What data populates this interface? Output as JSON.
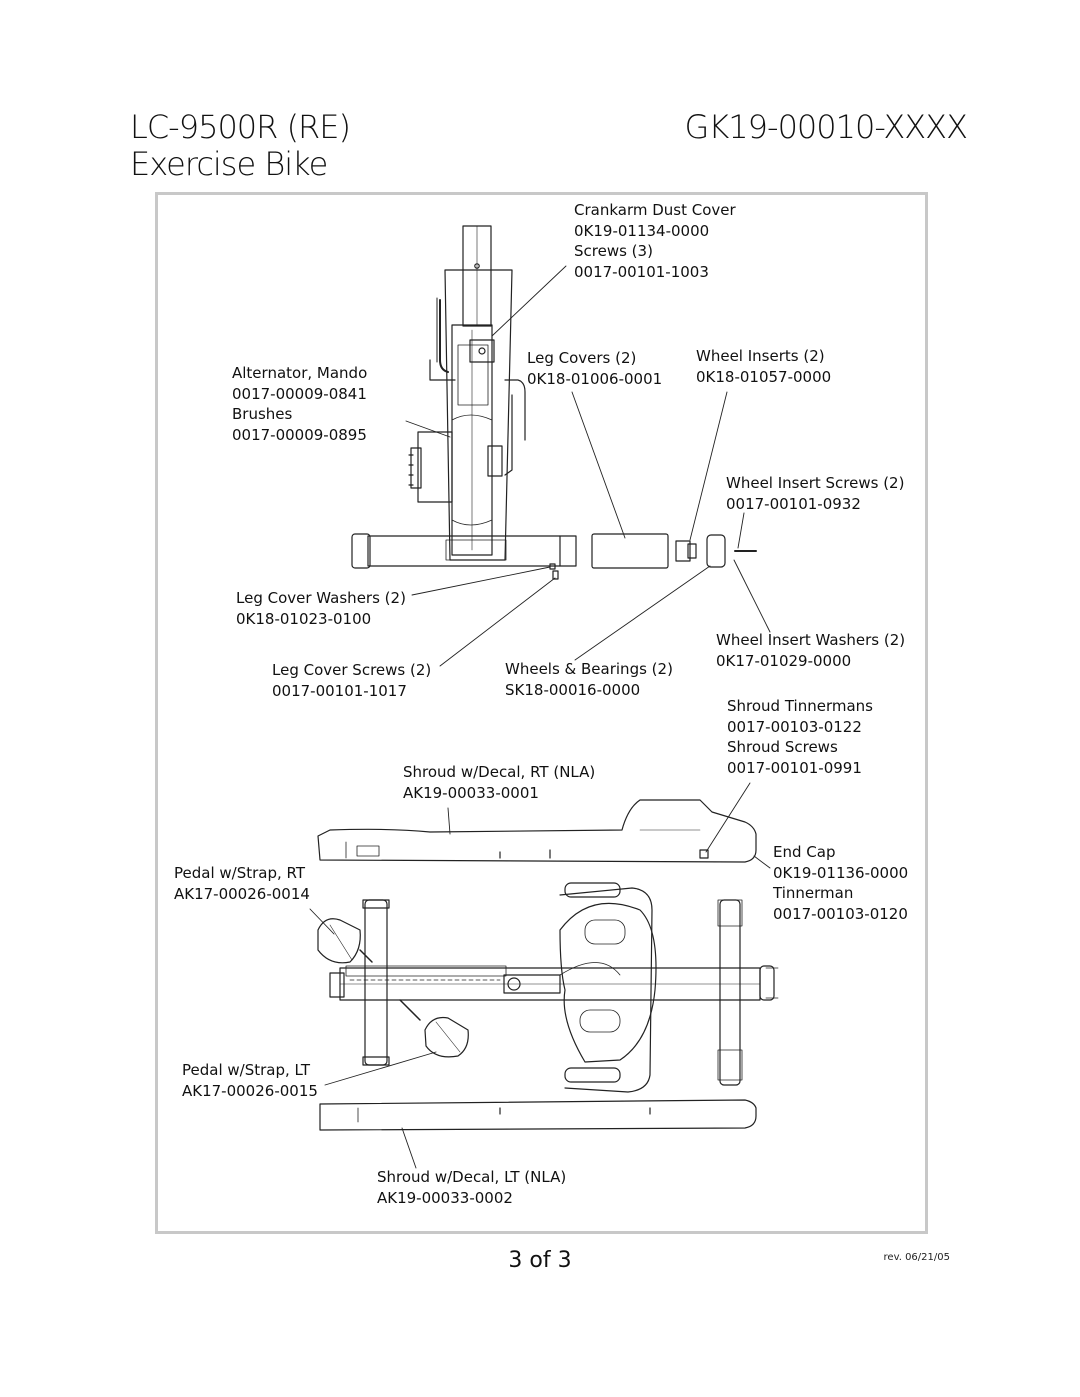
{
  "header": {
    "model": "LC-9500R (RE)",
    "subtitle": "Exercise Bike",
    "part_number": "GK19-00010-XXXX"
  },
  "labels": {
    "crankarm": {
      "name": "Crankarm Dust Cover",
      "part": "0K19-01134-0000",
      "sub_name": "Screws (3)",
      "sub_part": "0017-00101-1003"
    },
    "alternator": {
      "name": "Alternator, Mando",
      "part": "0017-00009-0841",
      "sub_name": "Brushes",
      "sub_part": "0017-00009-0895"
    },
    "leg_covers": {
      "name": "Leg Covers (2)",
      "part": "0K18-01006-0001"
    },
    "wheel_inserts": {
      "name": "Wheel Inserts (2)",
      "part": "0K18-01057-0000"
    },
    "wheel_insert_screws": {
      "name": "Wheel Insert Screws (2)",
      "part": "0017-00101-0932"
    },
    "leg_cover_washers": {
      "name": "Leg Cover Washers (2)",
      "part": "0K18-01023-0100"
    },
    "wheel_insert_washers": {
      "name": "Wheel Insert Washers (2)",
      "part": "0K17-01029-0000"
    },
    "leg_cover_screws": {
      "name": "Leg Cover Screws (2)",
      "part": "0017-00101-1017"
    },
    "wheels_bearings": {
      "name": "Wheels & Bearings (2)",
      "part": "SK18-00016-0000"
    },
    "shroud_tinnermans": {
      "name": "Shroud Tinnermans",
      "part": "0017-00103-0122",
      "sub_name": "Shroud Screws",
      "sub_part": "0017-00101-0991"
    },
    "shroud_rt": {
      "name": "Shroud w/Decal, RT (NLA)",
      "part": "AK19-00033-0001"
    },
    "end_cap": {
      "name": "End Cap",
      "part": "0K19-01136-0000",
      "sub_name": "Tinnerman",
      "sub_part": "0017-00103-0120"
    },
    "pedal_rt": {
      "name": "Pedal w/Strap, RT",
      "part": "AK17-00026-0014"
    },
    "pedal_lt": {
      "name": "Pedal w/Strap, LT",
      "part": "AK17-00026-0015"
    },
    "shroud_lt": {
      "name": "Shroud w/Decal, LT (NLA)",
      "part": "AK19-00033-0002"
    }
  },
  "footer": {
    "page": "3 of 3",
    "revision": "rev. 06/21/05"
  }
}
